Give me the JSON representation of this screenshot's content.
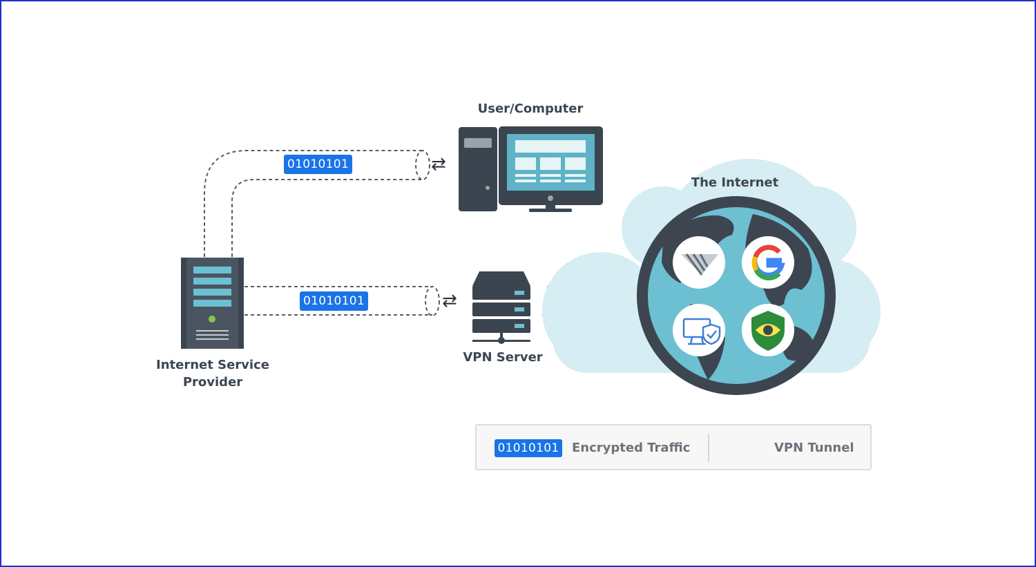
{
  "nodes": {
    "computer": "User/Computer",
    "internet": "The Internet",
    "isp_line1": "Internet Service",
    "isp_line2": "Provider",
    "vpn_server": "VPN Server"
  },
  "tunnels": {
    "top_badge": "01010101",
    "bottom_badge": "01010101",
    "arrow_glyph": "⇄"
  },
  "legend": {
    "encrypted_badge": "01010101",
    "encrypted_label": "Encrypted Traffic",
    "tunnel_label": "VPN Tunnel"
  },
  "colors": {
    "frame": "#1f2fd0",
    "badge": "#1a73e8",
    "device_dark": "#3b4550",
    "screen": "#5fb3c6",
    "cloud": "#d5edf3",
    "ocean": "#6cc0d2"
  }
}
